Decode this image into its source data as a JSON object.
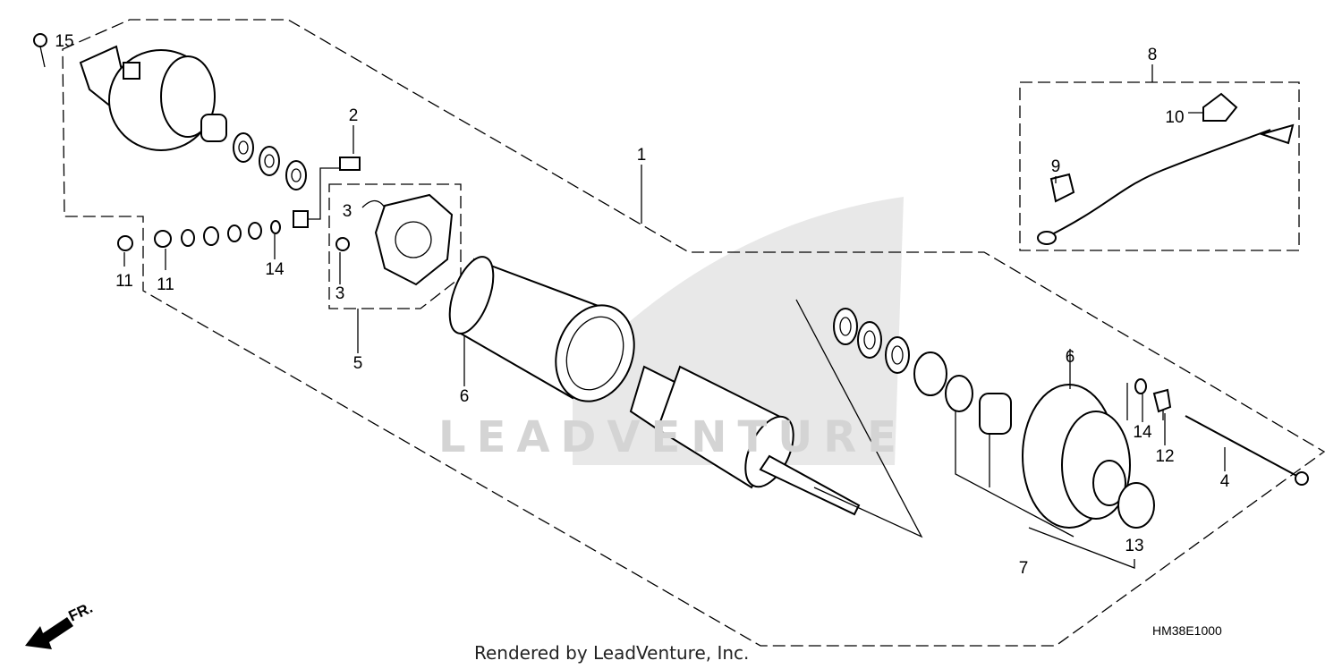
{
  "diagram": {
    "code": "HM38E1000",
    "footer": "Rendered by LeadVenture, Inc.",
    "watermark": "LEADVENTURE",
    "front_indicator": "FR.",
    "callouts": [
      "15",
      "2",
      "1",
      "8",
      "10",
      "9",
      "3",
      "3",
      "11",
      "11",
      "14",
      "5",
      "6",
      "6",
      "14",
      "12",
      "4",
      "7",
      "13"
    ]
  }
}
